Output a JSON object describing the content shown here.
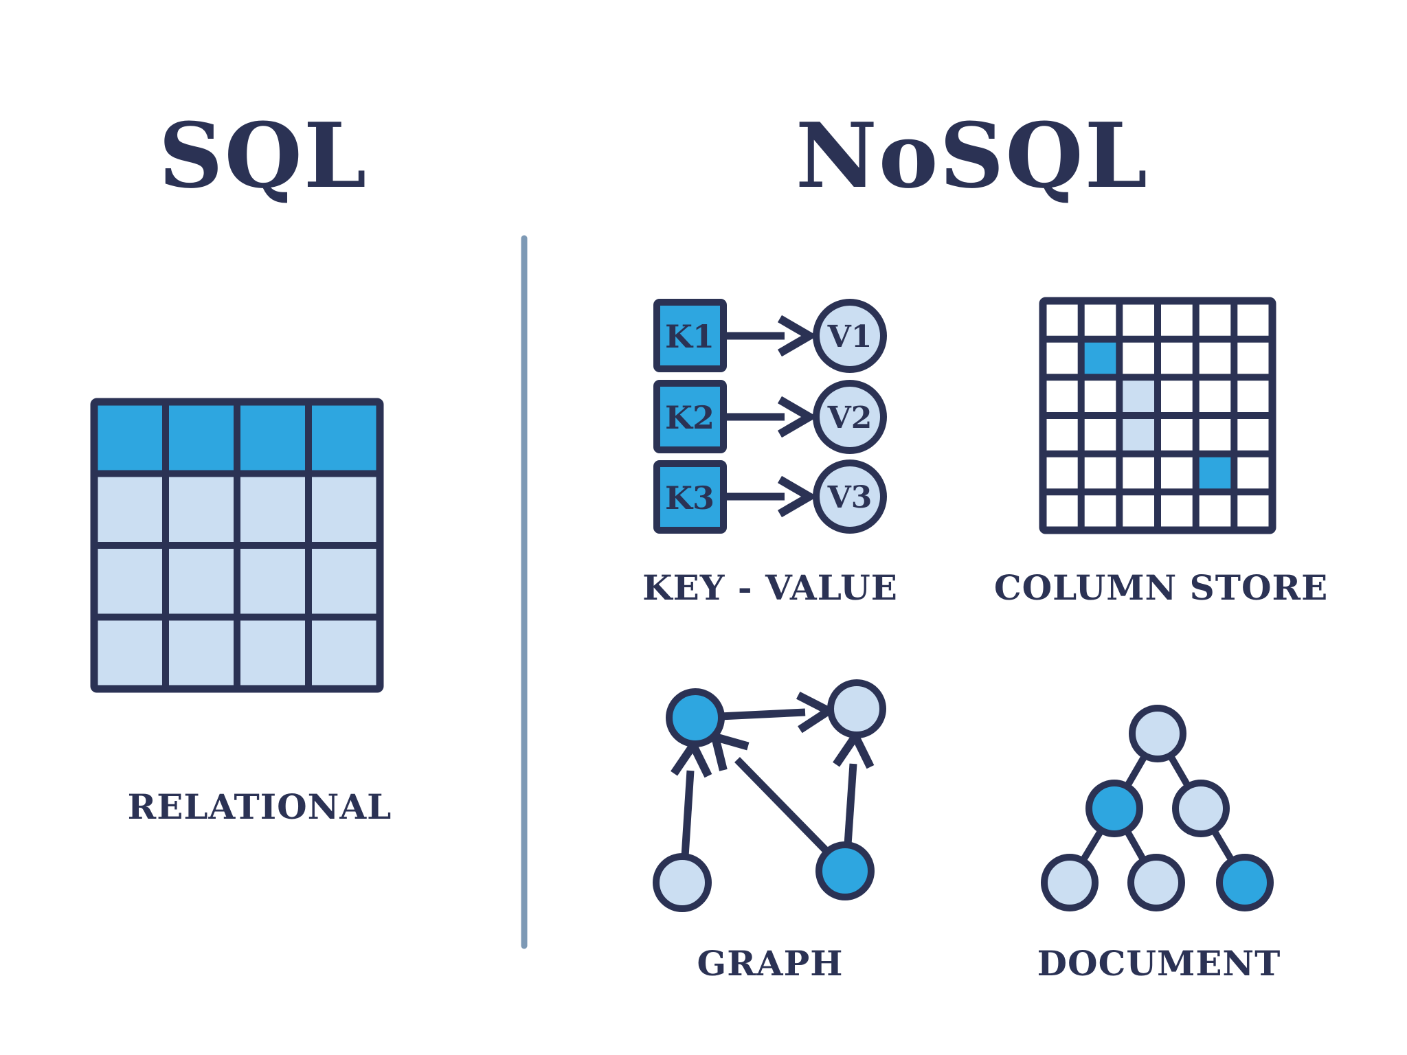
{
  "titles": {
    "sql": "SQL",
    "nosql": "NoSQL"
  },
  "colors": {
    "navy": "#2b3254",
    "bright_blue": "#2ea6e0",
    "light_blue": "#cbdef2",
    "divider_blue": "#7d99b5",
    "background": "#ffffff"
  },
  "relational": {
    "label": "RELATIONAL",
    "grid": "4x4",
    "header_row_color": "bright_blue",
    "body_rows_color": "light_blue"
  },
  "key_value": {
    "label": "KEY - VALUE",
    "pairs": [
      {
        "key": "K1",
        "value": "V1"
      },
      {
        "key": "K2",
        "value": "V2"
      },
      {
        "key": "K3",
        "value": "V3"
      }
    ]
  },
  "column_store": {
    "label": "COLUMN STORE",
    "grid": "6x6",
    "highlighted_cells": [
      {
        "row": 2,
        "col": 2,
        "color": "bright_blue"
      },
      {
        "row": 3,
        "col": 3,
        "color": "light_blue"
      },
      {
        "row": 4,
        "col": 3,
        "color": "light_blue"
      },
      {
        "row": 5,
        "col": 5,
        "color": "bright_blue"
      }
    ]
  },
  "graph": {
    "label": "GRAPH",
    "nodes": [
      {
        "position": "top-left",
        "color": "bright_blue"
      },
      {
        "position": "top-right",
        "color": "light_blue"
      },
      {
        "position": "bottom-left",
        "color": "light_blue"
      },
      {
        "position": "bottom-right",
        "color": "bright_blue"
      }
    ],
    "edges": [
      "top-left to top-right",
      "bottom-left to top-left",
      "bottom-right to top-left",
      "bottom-right to top-right"
    ]
  },
  "document": {
    "label": "DOCUMENT",
    "nodes": [
      {
        "position": "root",
        "color": "light_blue"
      },
      {
        "position": "level2-left",
        "color": "bright_blue"
      },
      {
        "position": "level2-right",
        "color": "light_blue"
      },
      {
        "position": "level3-left",
        "color": "light_blue"
      },
      {
        "position": "level3-middle",
        "color": "light_blue"
      },
      {
        "position": "level3-right",
        "color": "bright_blue"
      }
    ]
  }
}
